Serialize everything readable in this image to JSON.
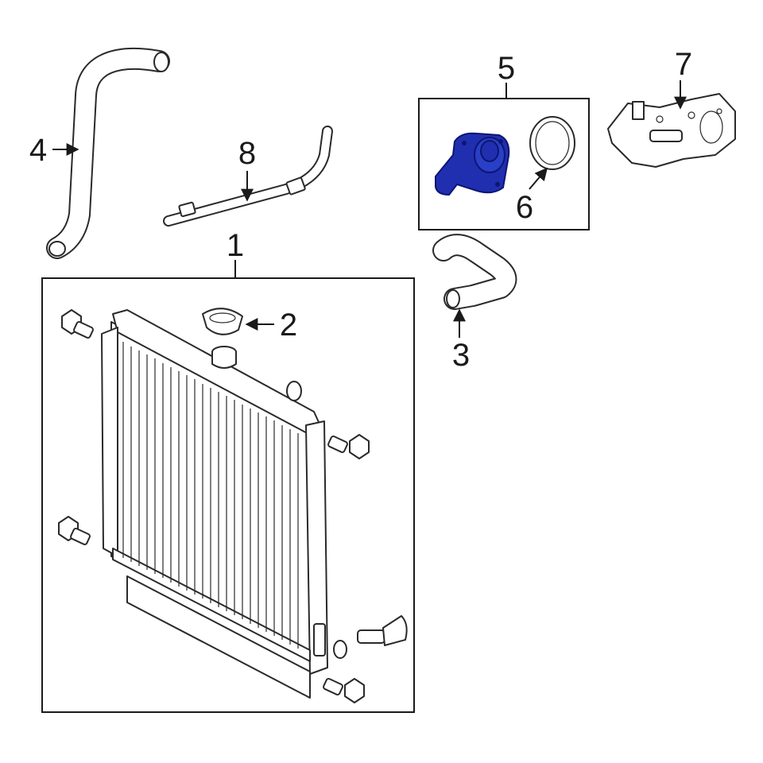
{
  "callouts": {
    "c1": "1",
    "c2": "2",
    "c3": "3",
    "c4": "4",
    "c5": "5",
    "c6": "6",
    "c7": "7",
    "c8": "8"
  },
  "colors": {
    "highlight": "#1f2fb0",
    "highlight_dark": "#0d1670",
    "line": "#1a1a1a"
  },
  "icons": [
    "radiator",
    "radiator-cap",
    "lower-hose",
    "upper-hose",
    "thermostat-housing",
    "thermostat-gasket",
    "water-outlet",
    "bypass-pipe",
    "bolt",
    "drain-plug",
    "o-ring"
  ]
}
